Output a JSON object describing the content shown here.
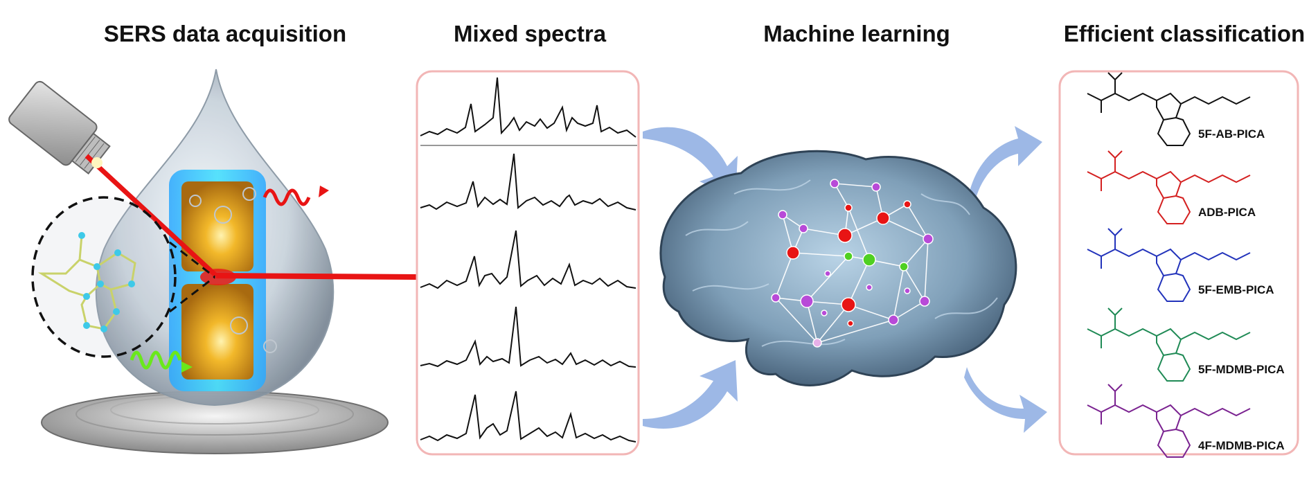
{
  "stages": {
    "sers": "SERS data acquisition",
    "spectra": "Mixed spectra",
    "ml": "Machine learning",
    "classification": "Efficient classification"
  },
  "compounds": [
    {
      "name": "5F-AB-PICA",
      "color": "#111111"
    },
    {
      "name": "ADB-PICA",
      "color": "#d42020"
    },
    {
      "name": "5F-EMB-PICA",
      "color": "#2233bb"
    },
    {
      "name": "5F-MDMB-PICA",
      "color": "#1f8a55"
    },
    {
      "name": "4F-MDMB-PICA",
      "color": "#7a2290"
    }
  ],
  "colors": {
    "panel_border": "#f2b6b6",
    "arrow": "#9db8e6",
    "laser": "#e81414",
    "gold": "#d8a020",
    "brain": "#6f8fa6"
  },
  "icons": [
    "laser-objective-icon",
    "water-drop-icon",
    "brain-icon",
    "neural-network-icon",
    "curved-arrow-icon"
  ]
}
